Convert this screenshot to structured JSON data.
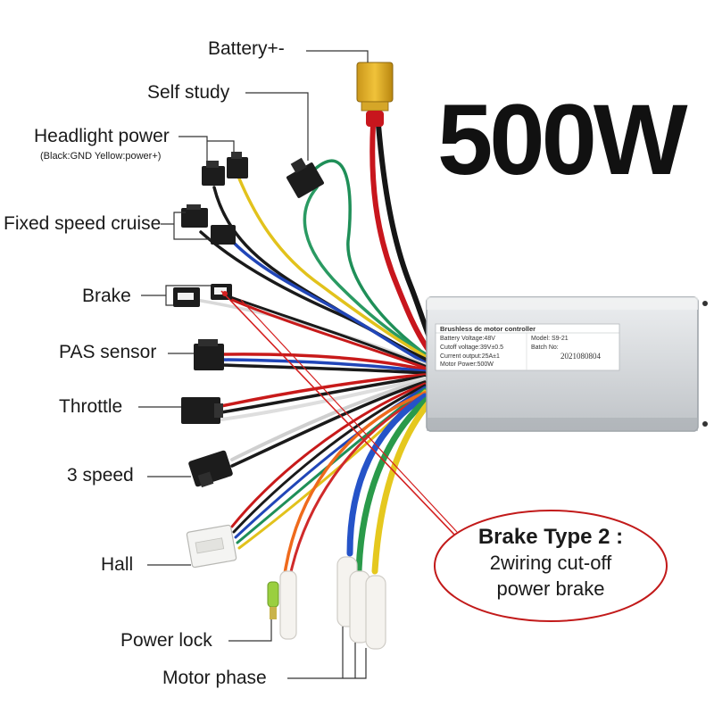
{
  "title": "500W",
  "labels": {
    "battery": "Battery+-",
    "self_study": "Self study",
    "headlight": "Headlight power",
    "headlight_note": "(Black:GND Yellow:power+)",
    "cruise": "Fixed speed cruise",
    "brake": "Brake",
    "pas": "PAS sensor",
    "throttle": "Throttle",
    "three_speed": "3 speed",
    "hall": "Hall",
    "power_lock": "Power lock",
    "motor_phase": "Motor phase"
  },
  "nameplate": {
    "heading": "Brushless dc motor controller",
    "battery_voltage": "Battery Voltage:48V",
    "cutoff_voltage": "Cutoff voltage:39V±0.5",
    "current_output": "Current output:25A±1",
    "motor_power": "Motor Power:500W",
    "model": "Model: S9-21",
    "batch": "Batch No:",
    "batch_value": "2021080804"
  },
  "callout": {
    "title": "Brake Type 2 :",
    "line1": "2wiring cut-off",
    "line2": "power brake"
  },
  "colors": {
    "callout_border": "#c21a1a",
    "leader_red": "#d42020",
    "controller_body": "#d9dcdf",
    "connector_yellow": "#e0b62a"
  }
}
